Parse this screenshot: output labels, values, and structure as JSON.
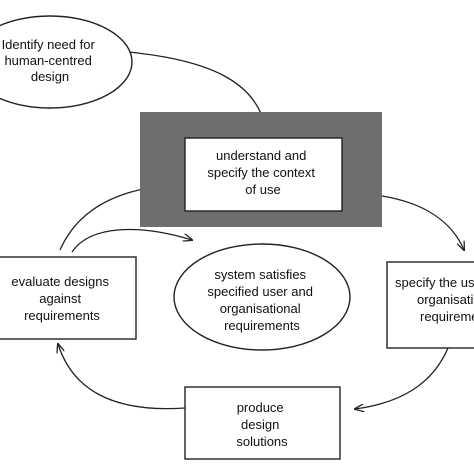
{
  "nodes": {
    "identify_need": {
      "lines": [
        "Identify need for",
        "human-centred",
        "design"
      ]
    },
    "context_of_use": {
      "lines": [
        "understand and",
        "specify the context",
        "of use"
      ]
    },
    "specify_requirements": {
      "lines": [
        "specify the user and",
        "organisational",
        "requirements"
      ]
    },
    "produce_solutions": {
      "lines": [
        "produce",
        "design",
        "solutions"
      ]
    },
    "evaluate_designs": {
      "lines": [
        "evaluate designs",
        "against",
        "requirements"
      ]
    },
    "system_satisfies": {
      "lines": [
        "system satisfies",
        "specified user and",
        "organisational",
        "requirements"
      ]
    }
  },
  "colors": {
    "highlight_fill": "#6e6e6e",
    "stroke": "#222222",
    "box_fill": "#ffffff"
  }
}
